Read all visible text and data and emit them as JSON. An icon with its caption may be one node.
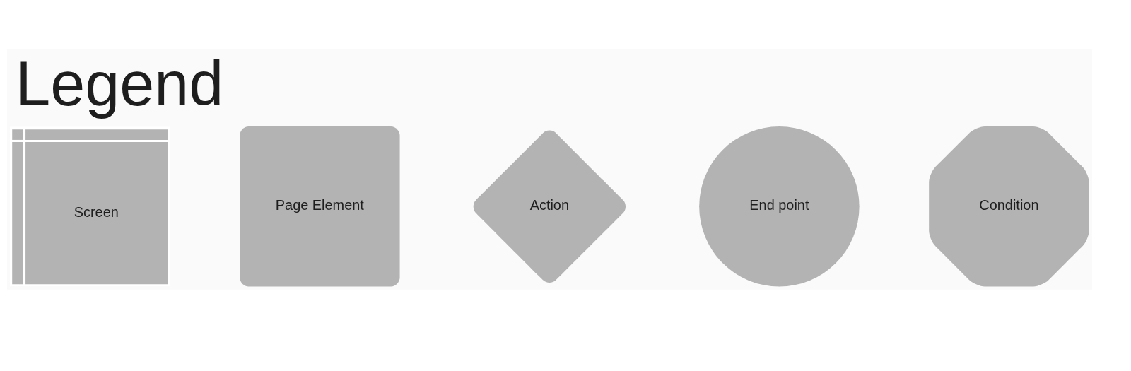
{
  "diagram": {
    "title": "Legend",
    "nodes": [
      {
        "text": [
          "Screen"
        ]
      },
      {
        "text": [
          "Page Element"
        ]
      },
      {
        "text": [
          "Action"
        ]
      },
      {
        "text": [
          "End point"
        ]
      },
      {
        "text": [
          "Condition"
        ]
      }
    ]
  }
}
